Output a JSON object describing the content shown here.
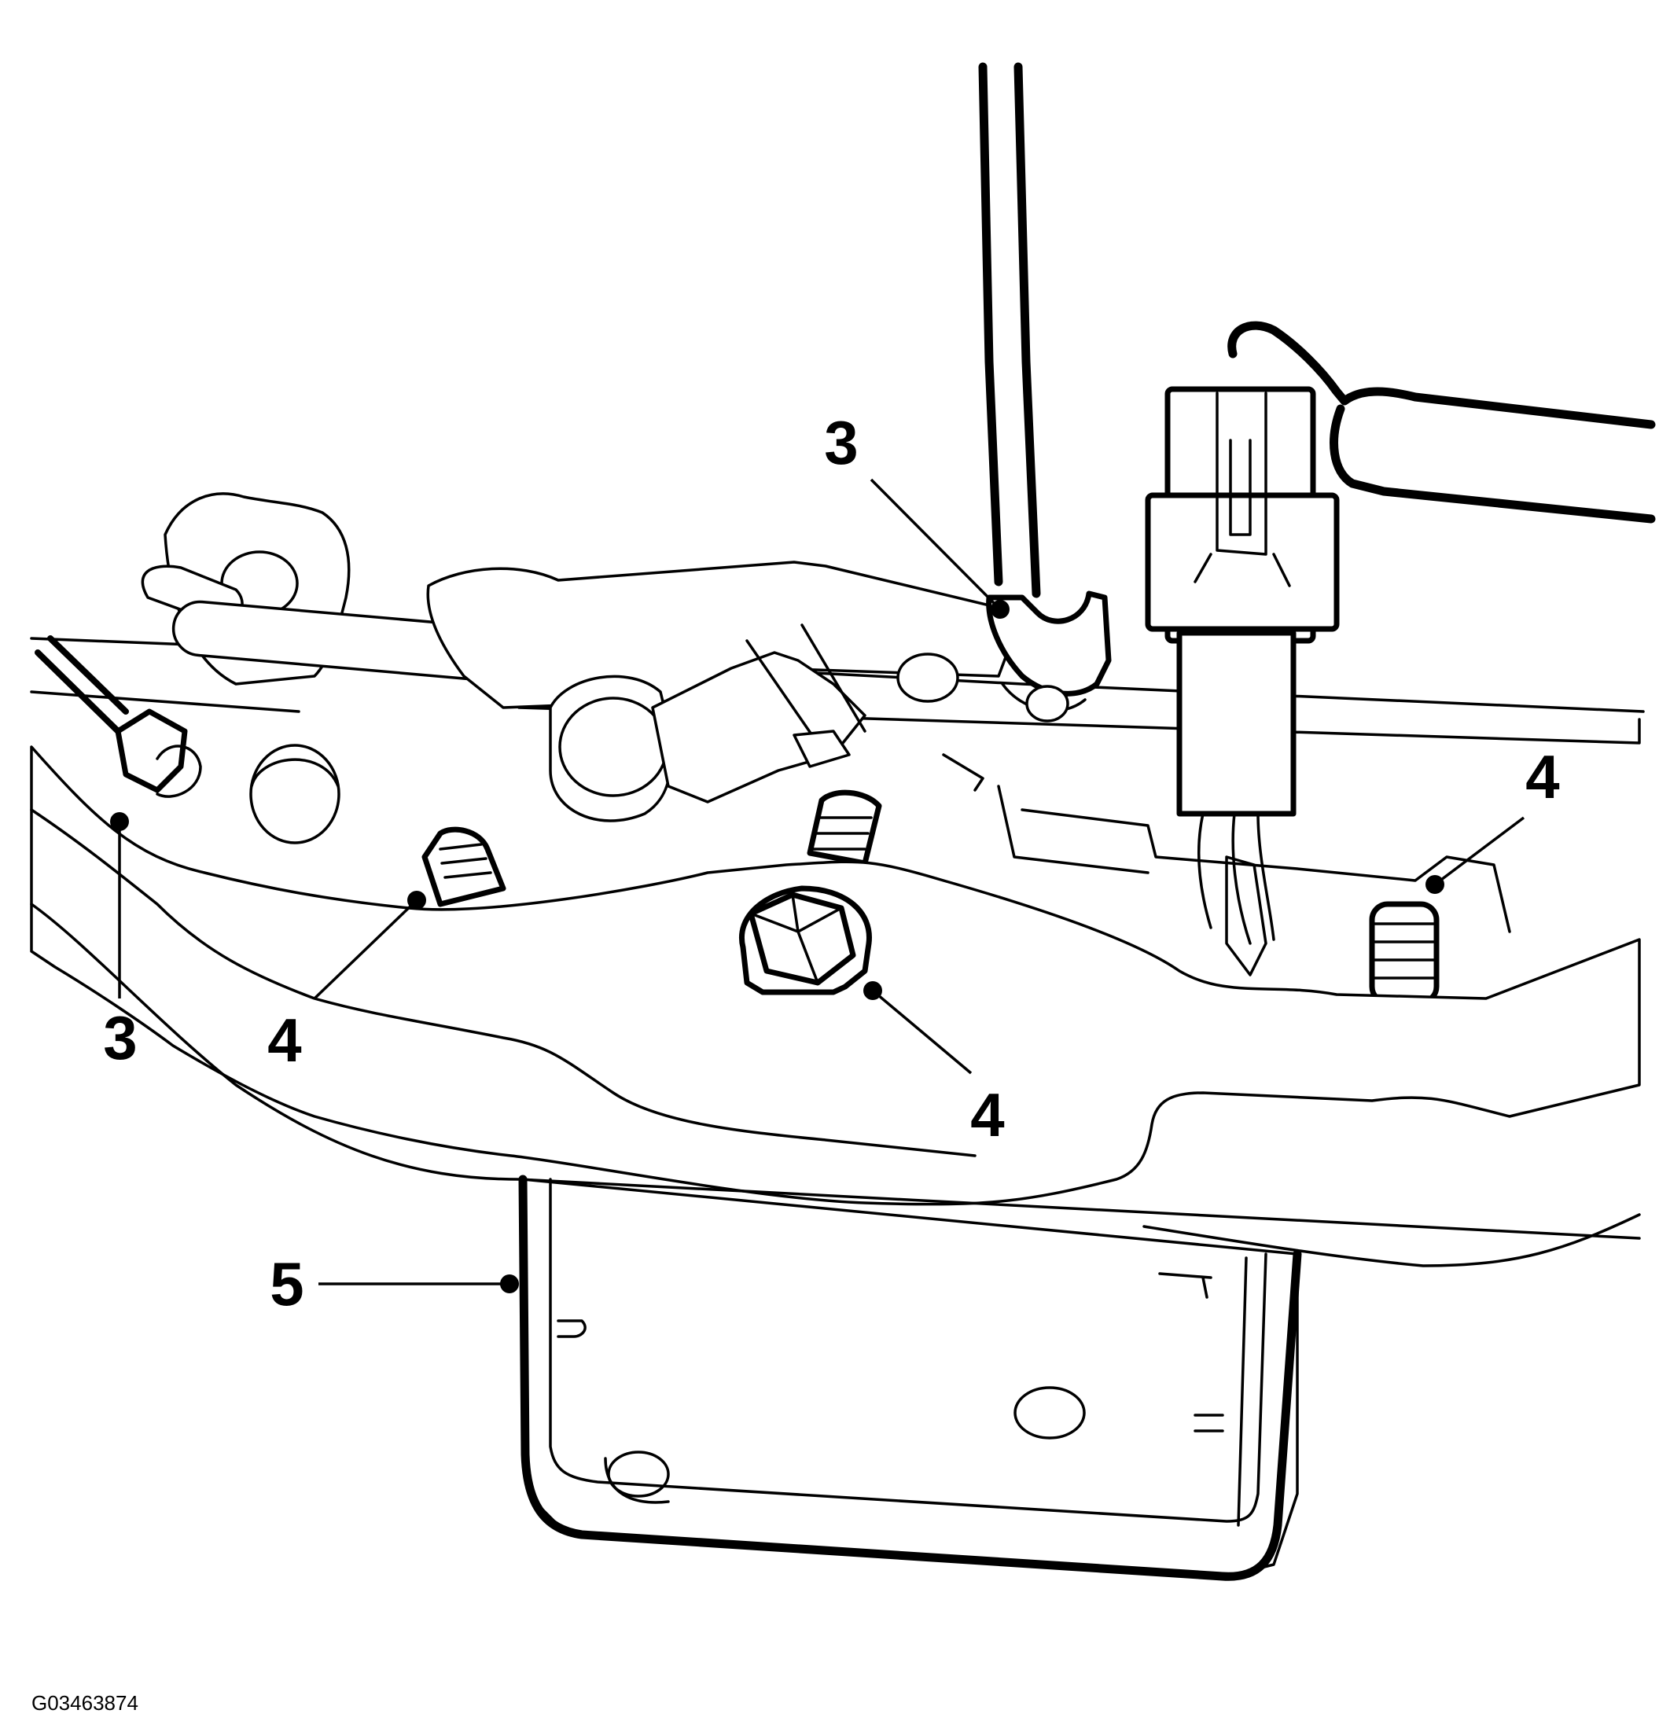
{
  "callouts": {
    "bracket_left": "3",
    "bracket_top": "3",
    "stud_left": "4",
    "bolt_center": "4",
    "stud_right": "4",
    "module": "5"
  },
  "figure_id": "G03463874"
}
